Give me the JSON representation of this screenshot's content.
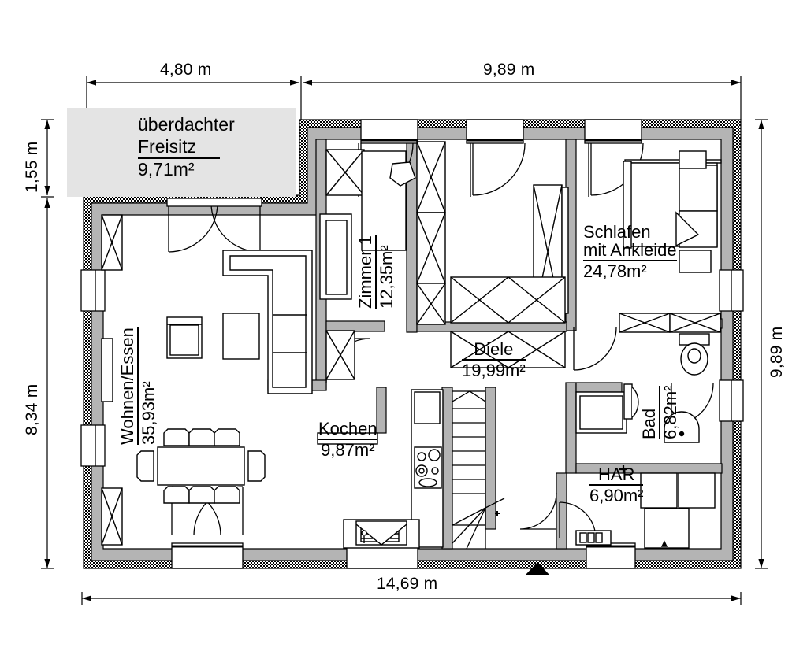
{
  "title": "Grundriss Erdgeschoss",
  "units": "m",
  "dimensions": {
    "top_left": "4,80 m",
    "top_right": "9,89 m",
    "left_upper": "1,55 m",
    "left_lower": "8,34 m",
    "right": "9,89 m",
    "bottom": "14,69 m"
  },
  "legend": {
    "name": "überdachter",
    "name2": "Freisitz",
    "area": "9,71m²",
    "fill_color": "#e4e4e4"
  },
  "rooms": [
    {
      "key": "wohnen",
      "name": "Wohnen/Essen",
      "area": "35,93m²"
    },
    {
      "key": "zimmer1",
      "name": "Zimmer 1",
      "area": "12,35m²"
    },
    {
      "key": "schlafen",
      "name": "Schlafen",
      "name2": "mit Ankleide",
      "area": "24,78m²"
    },
    {
      "key": "diele",
      "name": "Diele",
      "area": "19,99m²"
    },
    {
      "key": "kochen",
      "name": "Kochen",
      "area": "9,87m²"
    },
    {
      "key": "bad",
      "name": "Bad",
      "area": "6,82m²"
    },
    {
      "key": "har",
      "name": "HAR",
      "area": "6,90m²"
    }
  ],
  "colors": {
    "line": "#000000",
    "wall_fill": "#b4b4b4",
    "legend_fill": "#e4e4e4",
    "paper": "#ffffff"
  },
  "markers": {
    "entrance": "entrance-arrow"
  }
}
